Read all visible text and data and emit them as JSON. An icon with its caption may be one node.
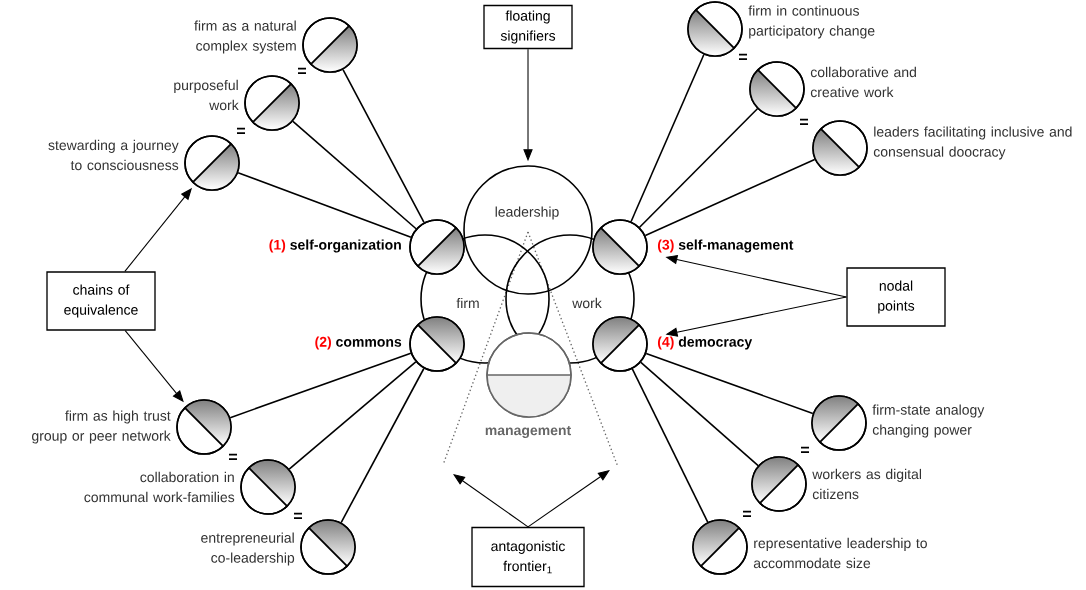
{
  "diagram": {
    "nodes": [
      {
        "text": [
          "floating signifiers"
        ]
      },
      {
        "text": [
          "firm as a natural complex system"
        ]
      },
      {
        "text": [
          "purposeful work"
        ]
      },
      {
        "text": [
          "stewarding a journey to consciousness"
        ]
      },
      {
        "text": [
          "firm in continuous participatory change"
        ]
      },
      {
        "text": [
          "collaborative and creative work"
        ]
      },
      {
        "text": [
          "leaders facilitating inclusive and consensual doocracy"
        ]
      },
      {
        "text": [
          "leadership"
        ]
      },
      {
        "text": [
          "(1)",
          "self-organization"
        ]
      },
      {
        "text": [
          "(3)",
          "self-management"
        ]
      },
      {
        "text": [
          "chains of equivalence"
        ]
      },
      {
        "text": [
          "firm"
        ]
      },
      {
        "text": [
          "work"
        ]
      },
      {
        "text": [
          "nodal points"
        ]
      },
      {
        "text": [
          "(2)",
          "commons"
        ]
      },
      {
        "text": [
          "(4)",
          "democracy"
        ]
      },
      {
        "text": [
          "management"
        ]
      },
      {
        "text": [
          "firm as high trust group or peer network"
        ]
      },
      {
        "text": [
          "firm-state analogy changing power"
        ]
      },
      {
        "text": [
          "collaboration in communal work-families"
        ]
      },
      {
        "text": [
          "workers as digital citizens"
        ]
      },
      {
        "text": [
          "entrepreneurial co-leadership"
        ]
      },
      {
        "text": [
          "representative leadership to accommodate size"
        ]
      },
      {
        "text": [
          "antagonistic frontier$_{1}$"
        ]
      }
    ],
    "edges": [
      {
        "from": 0,
        "to": 7,
        "arrow": "to"
      },
      {
        "from": 8,
        "to": 1,
        "arrow": "none"
      },
      {
        "from": 8,
        "to": 2,
        "arrow": "none"
      },
      {
        "from": 8,
        "to": 3,
        "arrow": "none"
      },
      {
        "from": 9,
        "to": 4,
        "arrow": "none"
      },
      {
        "from": 9,
        "to": 5,
        "arrow": "none"
      },
      {
        "from": 9,
        "to": 6,
        "arrow": "none"
      },
      {
        "from": 14,
        "to": 17,
        "arrow": "none"
      },
      {
        "from": 14,
        "to": 19,
        "arrow": "none"
      },
      {
        "from": 14,
        "to": 21,
        "arrow": "none"
      },
      {
        "from": 15,
        "to": 18,
        "arrow": "none"
      },
      {
        "from": 15,
        "to": 20,
        "arrow": "none"
      },
      {
        "from": 15,
        "to": 22,
        "arrow": "none"
      },
      {
        "from": 10,
        "to": 3,
        "arrow": "to"
      },
      {
        "from": 10,
        "to": 17,
        "arrow": "to"
      },
      {
        "from": 13,
        "to": 9,
        "arrow": "to"
      },
      {
        "from": 13,
        "to": 15,
        "arrow": "to"
      },
      {
        "from": 23,
        "to": null,
        "arrow": "to"
      },
      {
        "from": 23,
        "to": null,
        "arrow": "to"
      }
    ],
    "labels": [
      "=",
      "=",
      "=",
      "=",
      "=",
      "=",
      "=",
      "="
    ]
  }
}
